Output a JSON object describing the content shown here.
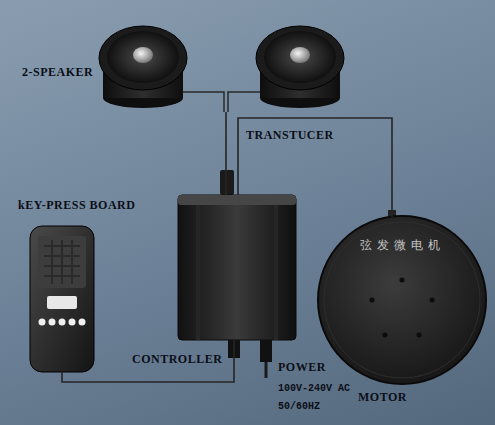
{
  "diagram": {
    "nodes": [
      {
        "text": [
          "2-SPEAKER"
        ]
      },
      {
        "text": [
          "kEY-PRESS BOARD"
        ]
      },
      {
        "text": [
          "CONTROLLER"
        ]
      },
      {
        "text": [
          "MOTOR",
          "弦发微电机"
        ]
      }
    ],
    "edges": [
      {
        "from": 0,
        "to": 2,
        "label": "TRANSTUCER",
        "arrow": "none"
      },
      {
        "from": 3,
        "to": 2,
        "arrow": "none"
      },
      {
        "from": 1,
        "to": 2,
        "arrow": "none"
      }
    ],
    "labels": [
      "POWER",
      "100V-240V AC",
      "50/60HZ"
    ]
  }
}
